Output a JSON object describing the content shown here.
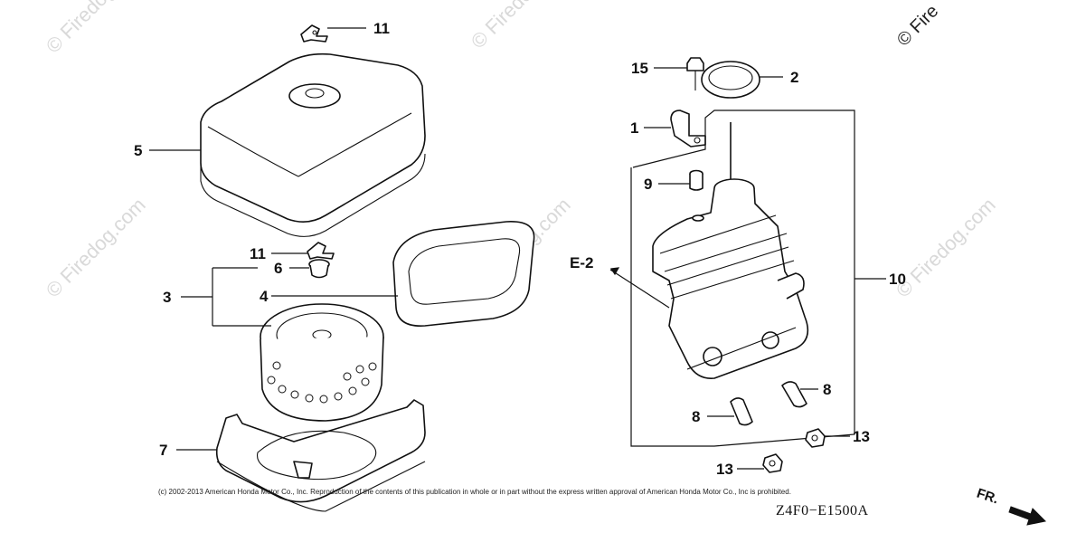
{
  "watermark": {
    "text": "© Firedog.com",
    "corner_text": "© Fire"
  },
  "callouts": {
    "c11a": "11",
    "c5": "5",
    "c11b": "11",
    "c6": "6",
    "c3": "3",
    "c4": "4",
    "c7": "7",
    "c15": "15",
    "c2": "2",
    "c1": "1",
    "c9": "9",
    "e2": "E-2",
    "c10": "10",
    "c8a": "8",
    "c8b": "8",
    "c13a": "13",
    "c13b": "13"
  },
  "footer": {
    "copyright": "(c) 2002-2013 American Honda Motor Co., Inc. Reproduction of the contents of this publication in whole or in part without the express written approval of American Honda Motor Co., Inc is prohibited.",
    "drawing_number": "Z4F0−E1500A",
    "direction_label": "FR."
  }
}
